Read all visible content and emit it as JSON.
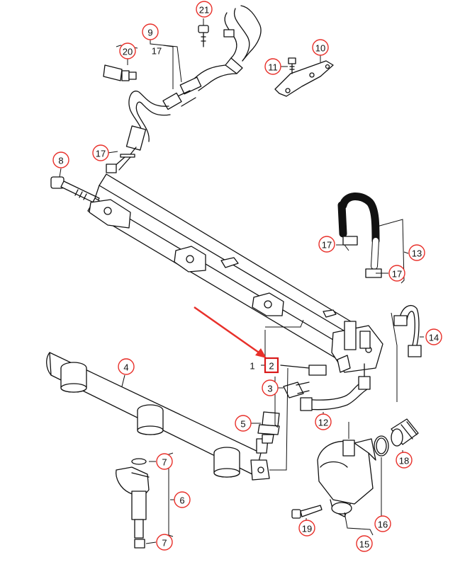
{
  "diagram": {
    "accent_color": "#e8302a",
    "highlight_color": "#d91a1a",
    "line_color": "#111111",
    "callouts": [
      {
        "id": "c21",
        "label": "21"
      },
      {
        "id": "c9",
        "label": "9"
      },
      {
        "id": "c20",
        "label": "20"
      },
      {
        "id": "c17a",
        "label": "17"
      },
      {
        "id": "c10",
        "label": "10"
      },
      {
        "id": "c11",
        "label": "11"
      },
      {
        "id": "c17b",
        "label": "17"
      },
      {
        "id": "c8",
        "label": "8"
      },
      {
        "id": "c17c",
        "label": "17"
      },
      {
        "id": "c13",
        "label": "13"
      },
      {
        "id": "c17d",
        "label": "17"
      },
      {
        "id": "c14",
        "label": "14"
      },
      {
        "id": "c4",
        "label": "4"
      },
      {
        "id": "c1",
        "label": "1"
      },
      {
        "id": "c2",
        "label": "2"
      },
      {
        "id": "c3",
        "label": "3"
      },
      {
        "id": "c12",
        "label": "12"
      },
      {
        "id": "c5",
        "label": "5"
      },
      {
        "id": "c18",
        "label": "18"
      },
      {
        "id": "c7a",
        "label": "7"
      },
      {
        "id": "c6",
        "label": "6"
      },
      {
        "id": "c19",
        "label": "19"
      },
      {
        "id": "c16",
        "label": "16"
      },
      {
        "id": "c15",
        "label": "15"
      },
      {
        "id": "c7b",
        "label": "7"
      }
    ]
  }
}
